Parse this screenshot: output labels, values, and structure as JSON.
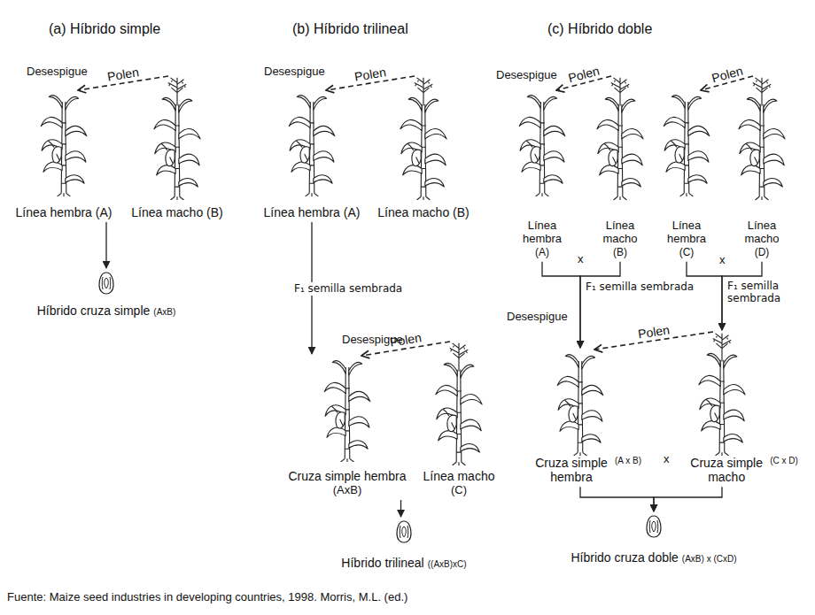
{
  "diagram": {
    "caption": "Fuente: Maize seed industries in developing countries, 1998. Morris, M.L. (ed.)",
    "nodes": [
      {
        "text": [
          "Línea hembra (A)"
        ]
      },
      {
        "text": [
          "Línea macho (B)"
        ]
      },
      {
        "text": [
          "Híbrido cruza simple",
          "(AxB)"
        ]
      },
      {
        "text": [
          "Línea hembra (A)"
        ]
      },
      {
        "text": [
          "Línea macho (B)"
        ]
      },
      {
        "text": [
          "Cruza simple hembra",
          "(AxB)"
        ]
      },
      {
        "text": [
          "Línea macho",
          "(C)"
        ]
      },
      {
        "text": [
          "Híbrido trilineal",
          "((AxB)xC)"
        ]
      },
      {
        "text": [
          "Línea hembra",
          "(A)"
        ]
      },
      {
        "text": [
          "Línea macho",
          "(B)"
        ]
      },
      {
        "text": [
          "Línea hembra",
          "(C)"
        ]
      },
      {
        "text": [
          "Línea macho",
          "(D)"
        ]
      },
      {
        "text": [
          "Cruza simple hembra",
          "(A x B)"
        ]
      },
      {
        "text": [
          "Cruza simple macho",
          "(C x D)"
        ]
      },
      {
        "text": [
          "Híbrido cruza doble",
          "(AxB) x (CxD)"
        ]
      }
    ],
    "edges": [
      {
        "from": 1,
        "to": 0,
        "arrow": "to",
        "label": "Polen"
      },
      {
        "from": 0,
        "to": 2,
        "arrow": "to"
      },
      {
        "from": 4,
        "to": 3,
        "arrow": "to",
        "label": "Polen"
      },
      {
        "from": 3,
        "to": 5,
        "arrow": "to",
        "label": "F₁ semilla sembrada"
      },
      {
        "from": 6,
        "to": 5,
        "arrow": "to",
        "label": "Polen"
      },
      {
        "from": 5,
        "to": 7,
        "arrow": "to"
      },
      {
        "from": 9,
        "to": 8,
        "arrow": "to",
        "label": "Polen"
      },
      {
        "from": 11,
        "to": 10,
        "arrow": "to",
        "label": "Polen"
      },
      {
        "from": 8,
        "to": 12,
        "arrow": "to",
        "label": "F₁ semilla sembrada"
      },
      {
        "from": 9,
        "to": 12,
        "arrow": "to"
      },
      {
        "from": 10,
        "to": 13,
        "arrow": "to",
        "label": "F₁ semilla sembrada"
      },
      {
        "from": 11,
        "to": 13,
        "arrow": "to"
      },
      {
        "from": 13,
        "to": 12,
        "arrow": "to",
        "label": "Polen"
      },
      {
        "from": 12,
        "to": 14,
        "arrow": "to"
      },
      {
        "from": 13,
        "to": 14,
        "arrow": "to"
      }
    ],
    "labels": [
      "(a) Híbrido simple",
      "(b) Híbrido trilineal",
      "(c) Híbrido doble",
      "Desespigue",
      "Desespigue",
      "Desespigue",
      "Desespigue",
      "Desespigue",
      "x",
      "x",
      "x"
    ]
  }
}
